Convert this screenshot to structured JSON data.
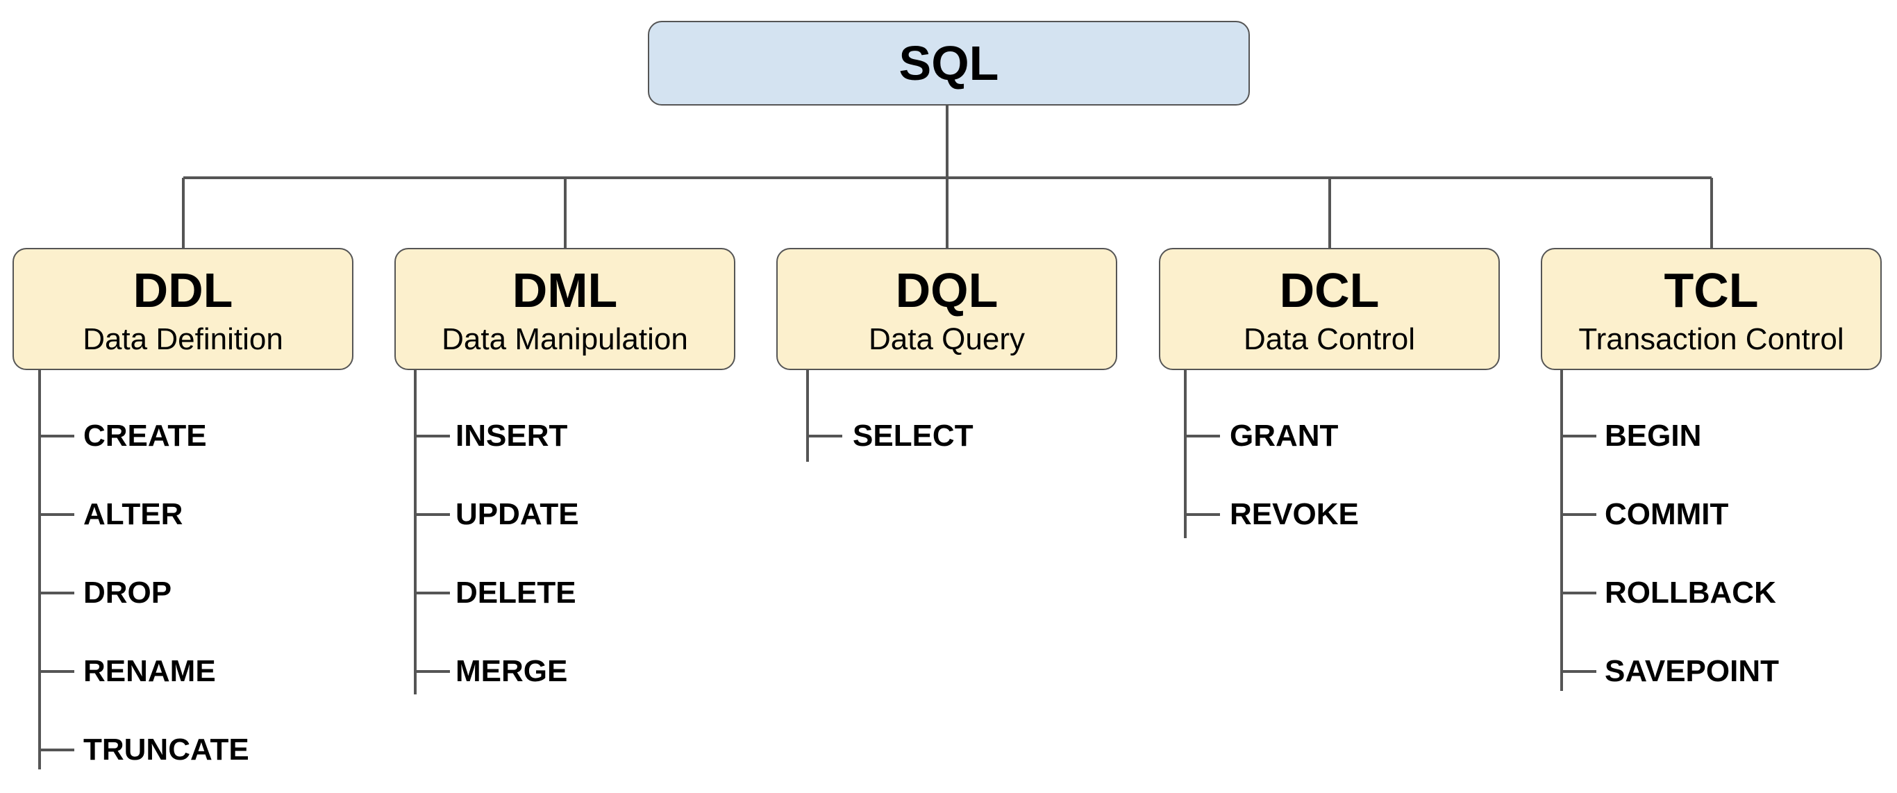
{
  "root": {
    "title": "SQL"
  },
  "colors": {
    "root_fill": "#d4e3f1",
    "category_fill": "#fcf0cd",
    "line": "#555555"
  },
  "categories": [
    {
      "abbr": "DDL",
      "name": "Data Definition",
      "commands": [
        "CREATE",
        "ALTER",
        "DROP",
        "RENAME",
        "TRUNCATE"
      ]
    },
    {
      "abbr": "DML",
      "name": "Data Manipulation",
      "commands": [
        "INSERT",
        "UPDATE",
        "DELETE",
        "MERGE"
      ]
    },
    {
      "abbr": "DQL",
      "name": "Data Query",
      "commands": [
        "SELECT"
      ]
    },
    {
      "abbr": "DCL",
      "name": "Data Control",
      "commands": [
        "GRANT",
        "REVOKE"
      ]
    },
    {
      "abbr": "TCL",
      "name": "Transaction Control",
      "commands": [
        "BEGIN",
        "COMMIT",
        "ROLLBACK",
        "SAVEPOINT"
      ]
    }
  ]
}
